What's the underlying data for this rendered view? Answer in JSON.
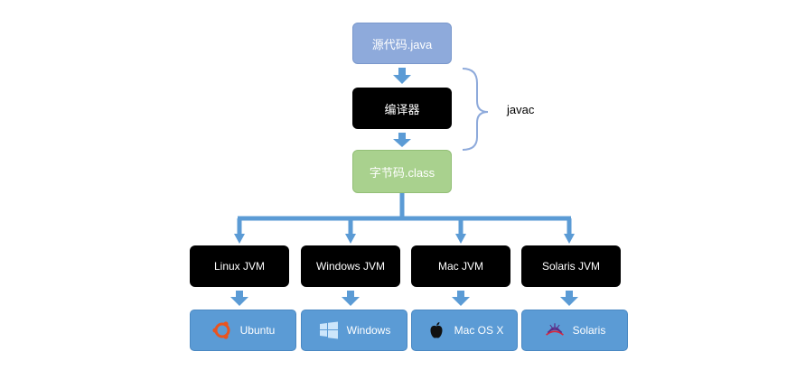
{
  "diagram": {
    "source": "源代码.java",
    "compiler": "编译器",
    "bytecode": "字节码.class",
    "brace_label": "javac",
    "jvms": [
      "Linux JVM",
      "Windows JVM",
      "Mac JVM",
      "Solaris JVM"
    ],
    "platforms": [
      {
        "label": "Ubuntu",
        "icon": "ubuntu-icon"
      },
      {
        "label": "Windows",
        "icon": "windows-icon"
      },
      {
        "label": "Mac OS X",
        "icon": "apple-icon"
      },
      {
        "label": "Solaris",
        "icon": "solaris-icon"
      }
    ],
    "colors": {
      "arrow": "#5b9bd5",
      "source_box": "#8eaadb",
      "bytecode_box": "#a9d18e",
      "platform_box": "#5b9bd5"
    }
  }
}
